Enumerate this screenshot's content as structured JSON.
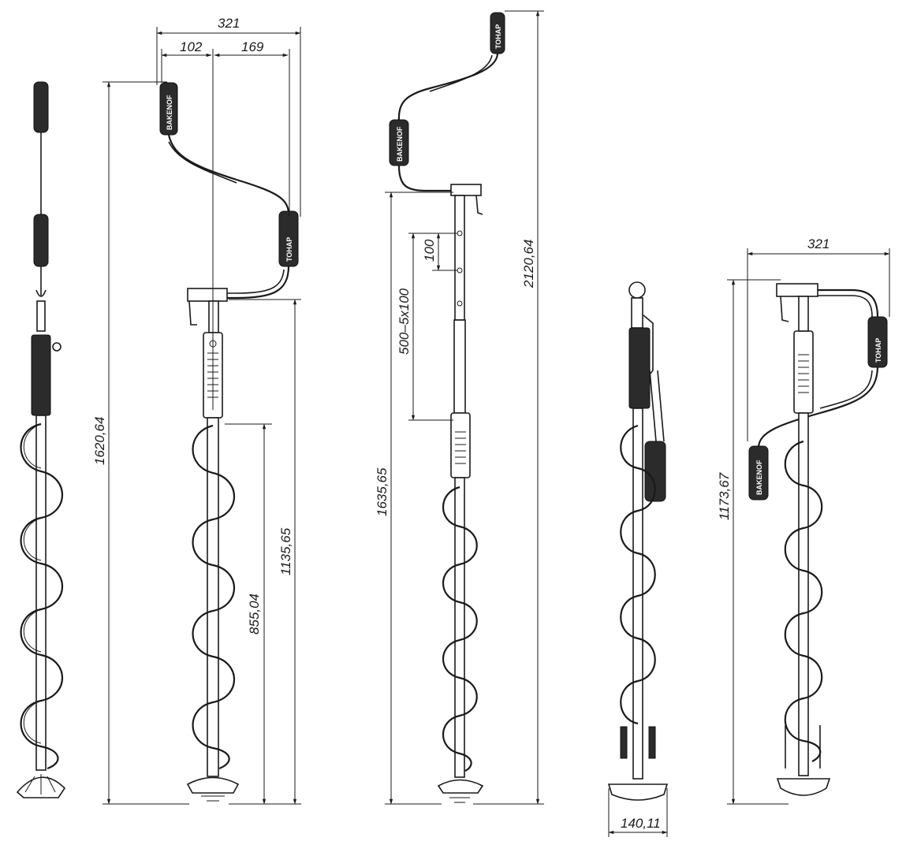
{
  "dimensions": {
    "top_width_left": "321",
    "handle_offset": "102",
    "crank_offset": "169",
    "total_height_left": "1620,64",
    "crank_height": "1135,65",
    "auger_height": "855,04",
    "top_extended_height": "2120,64",
    "collapsed_height_mid": "1635,65",
    "telescope_step": "100",
    "telescope_range": "500–5х100",
    "blade_width": "140,11",
    "top_width_right": "321",
    "total_height_right": "1173,67"
  },
  "logos": {
    "brand_primary": "ТОНАР",
    "brand_secondary": "BAKENOF"
  },
  "colors": {
    "line": "#1a1a1a",
    "grip": "#2b2b2b",
    "background": "#ffffff"
  }
}
